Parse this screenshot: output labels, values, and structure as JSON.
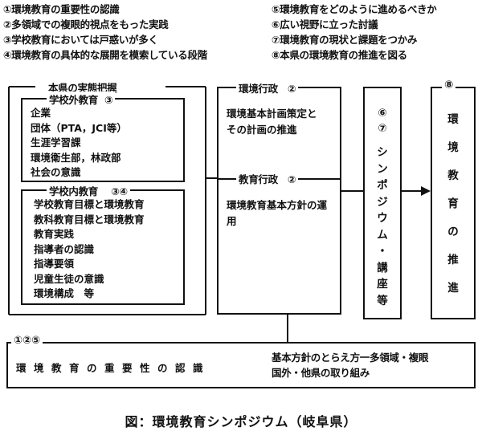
{
  "legend": {
    "left": [
      "①環境教育の重要性の認識",
      "②多領域での複眼的視点をもった実践",
      "③学校教育においては戸惑いが多く",
      "④環境教育の具体的な展開を模索している段階"
    ],
    "right": [
      "⑤環境教育をどのように進めるべきか",
      "⑥広い視野に立った討議",
      "⑦環境教育の現状と課題をつかみ",
      "⑧本県の環境教育の推進を図る"
    ]
  },
  "status_box": {
    "title": "本県の実態把握",
    "outside_school": {
      "title": "学校外教育",
      "num": "③",
      "items": [
        "企業",
        "団体（PTA，JCI等）",
        "生涯学習課",
        "環境衛生部，林政部",
        "社会の意識"
      ]
    },
    "inside_school": {
      "title": "学校内教育",
      "num": "③④",
      "items": [
        "学校教育目標と環境教育",
        "教科教育目標と環境教育",
        "教育実践",
        "指導者の認識",
        "指導要領",
        "児童生徒の意識",
        "環境構成　等"
      ]
    }
  },
  "admin_box": {
    "env_title": "環境行政",
    "env_num": "②",
    "env_lines": [
      "環境基本計画策定と",
      "その計画の推進"
    ],
    "edu_title": "教育行政",
    "edu_num": "②",
    "edu_lines": [
      "環境教育基本方針の運",
      "用"
    ]
  },
  "symposium_box": {
    "nums": [
      "⑥",
      "⑦"
    ],
    "chars": [
      "シ",
      "ン",
      "ポ",
      "ジ",
      "ウ",
      "ム",
      "・",
      "講",
      "座",
      "等"
    ]
  },
  "promotion_box": {
    "num": "⑧",
    "chars": [
      "環",
      "境",
      "教",
      "育",
      "の",
      "推",
      "進"
    ]
  },
  "bottom_box": {
    "num": "①②⑤",
    "left_text": "環境教育の重要性の認識",
    "right_lines": [
      "基本方針のとらえ方一多領域・複眼",
      "国外・他県の取り組み"
    ]
  },
  "caption": "図：環境教育シンポジウム（岐阜県）"
}
